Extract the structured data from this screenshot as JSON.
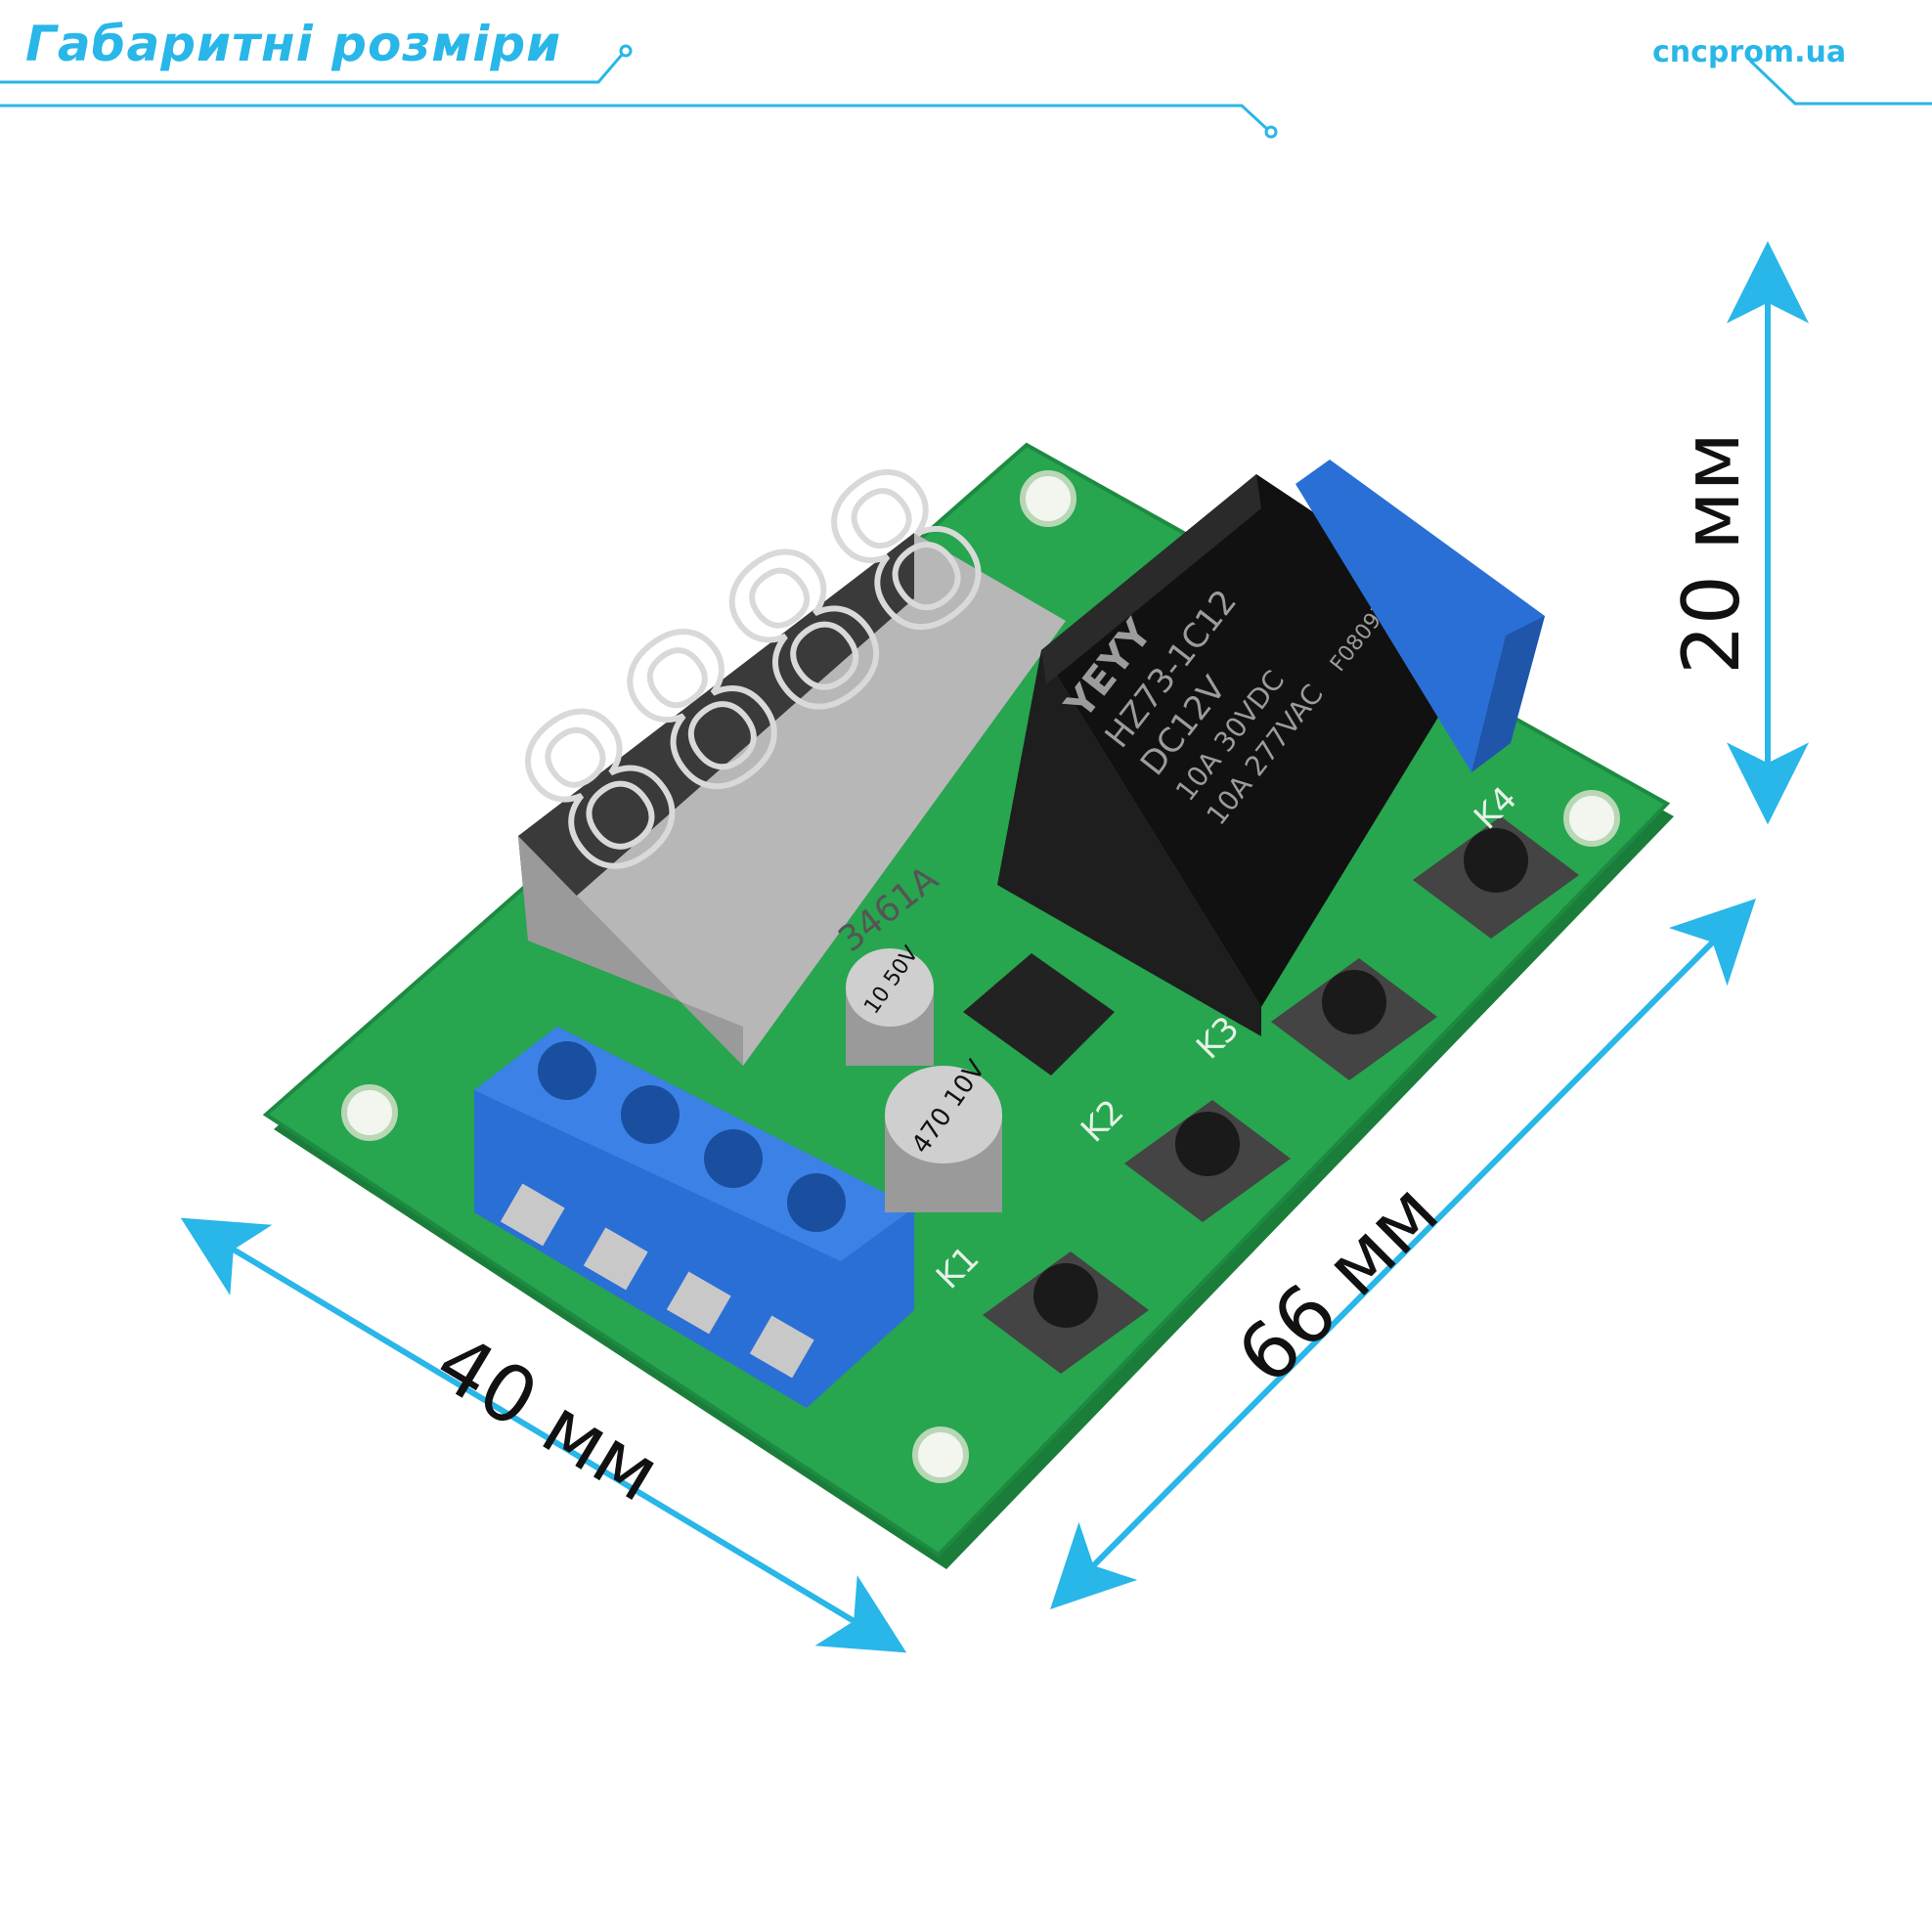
{
  "header": {
    "title": "Габаритні розміри",
    "brand": "cncprom.ua"
  },
  "colors": {
    "accent": "#29b6e8",
    "pcb": "#23a14a",
    "terminal": "#2a6fd6",
    "relay": "#151515"
  },
  "dimensions": {
    "width_label": "40 мм",
    "length_label": "66 мм",
    "height_label": "20 мм"
  },
  "display": {
    "digits": "8888",
    "part_number": "3461A"
  },
  "relay": {
    "brand": "YEYY",
    "model": "HZ73-1C12",
    "coil": "DC12V",
    "rating_dc": "10A 30VDC",
    "rating_ac": "10A 277VAC",
    "code": "F0809ZS"
  },
  "capacitors": {
    "small": "10 50V",
    "large": "470 10V"
  },
  "buttons": [
    "K1",
    "K2",
    "K3",
    "K4"
  ]
}
